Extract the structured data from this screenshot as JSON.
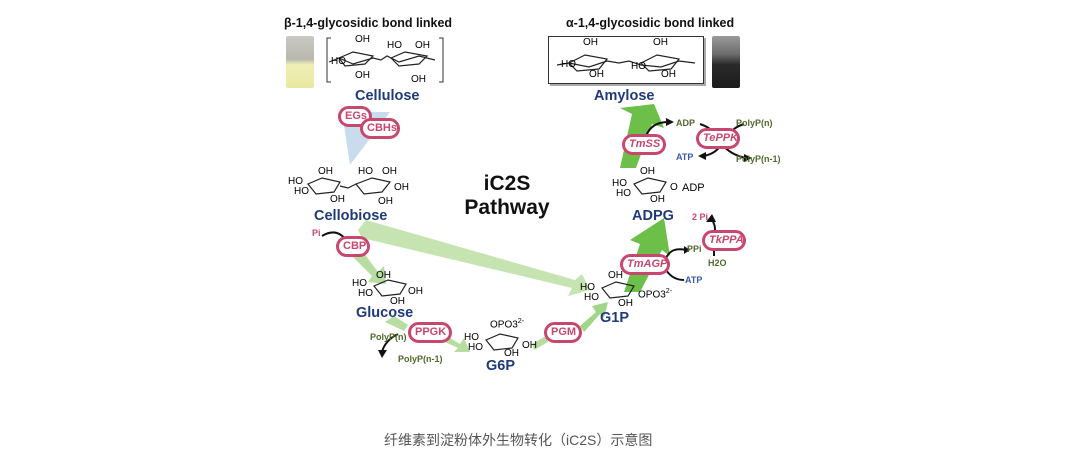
{
  "figure": {
    "center_title_line1": "iC2S",
    "center_title_line2": "Pathway",
    "caption": "纤维素到淀粉体外生物转化（iC2S）示意图"
  },
  "headers": {
    "beta": "β-1,4-glycosidic bond linked",
    "alpha": "α-1,4-glycosidic bond linked"
  },
  "compounds": {
    "cellulose": "Cellulose",
    "cellobiose": "Cellobiose",
    "glucose": "Glucose",
    "g6p": "G6P",
    "g1p": "G1P",
    "adpg": "ADPG",
    "amylose": "Amylose"
  },
  "enzymes": {
    "egs": "EGs",
    "cbhs": "CBHs",
    "cbp": "CBP",
    "ppgk": "PPGK",
    "pgm": "PGM",
    "tmagp_italic": "Tm",
    "tmagp_rest": "AGP",
    "tmss_italic": "Tm",
    "tmss_rest": "SS",
    "teppk_italic": "Te",
    "teppk_rest": "PPK",
    "tkppa_italic": "Tk",
    "tkppa_rest": "PPA"
  },
  "cofactors": {
    "pi": "Pi",
    "polyp_n": "PolyP(n)",
    "polyp_n1": "PolyP(n-1)",
    "ppi": "PPi",
    "atp_agp": "ATP",
    "two_pi": "2 Pi",
    "h2o": "H2O",
    "adp_ss": "ADP",
    "atp_ppk": "ATP",
    "polyp_n_ppk": "PolyP(n)",
    "polyp_n1_ppk": "PolyP(n-1)"
  },
  "structure_labels": {
    "oh": "OH",
    "ho": "HO",
    "o": "O",
    "opo3": "OPO3",
    "adp": "ADP"
  },
  "colors": {
    "enzyme_border": "#c8476f",
    "compound_text": "#1f3a7a",
    "arrow_green_light": "#b7dea0",
    "arrow_green_strong": "#6cc04a",
    "arrow_blue_light": "#c9dcee",
    "cofactor_green": "#4f6a2a",
    "cofactor_blue": "#3a5ab0"
  }
}
